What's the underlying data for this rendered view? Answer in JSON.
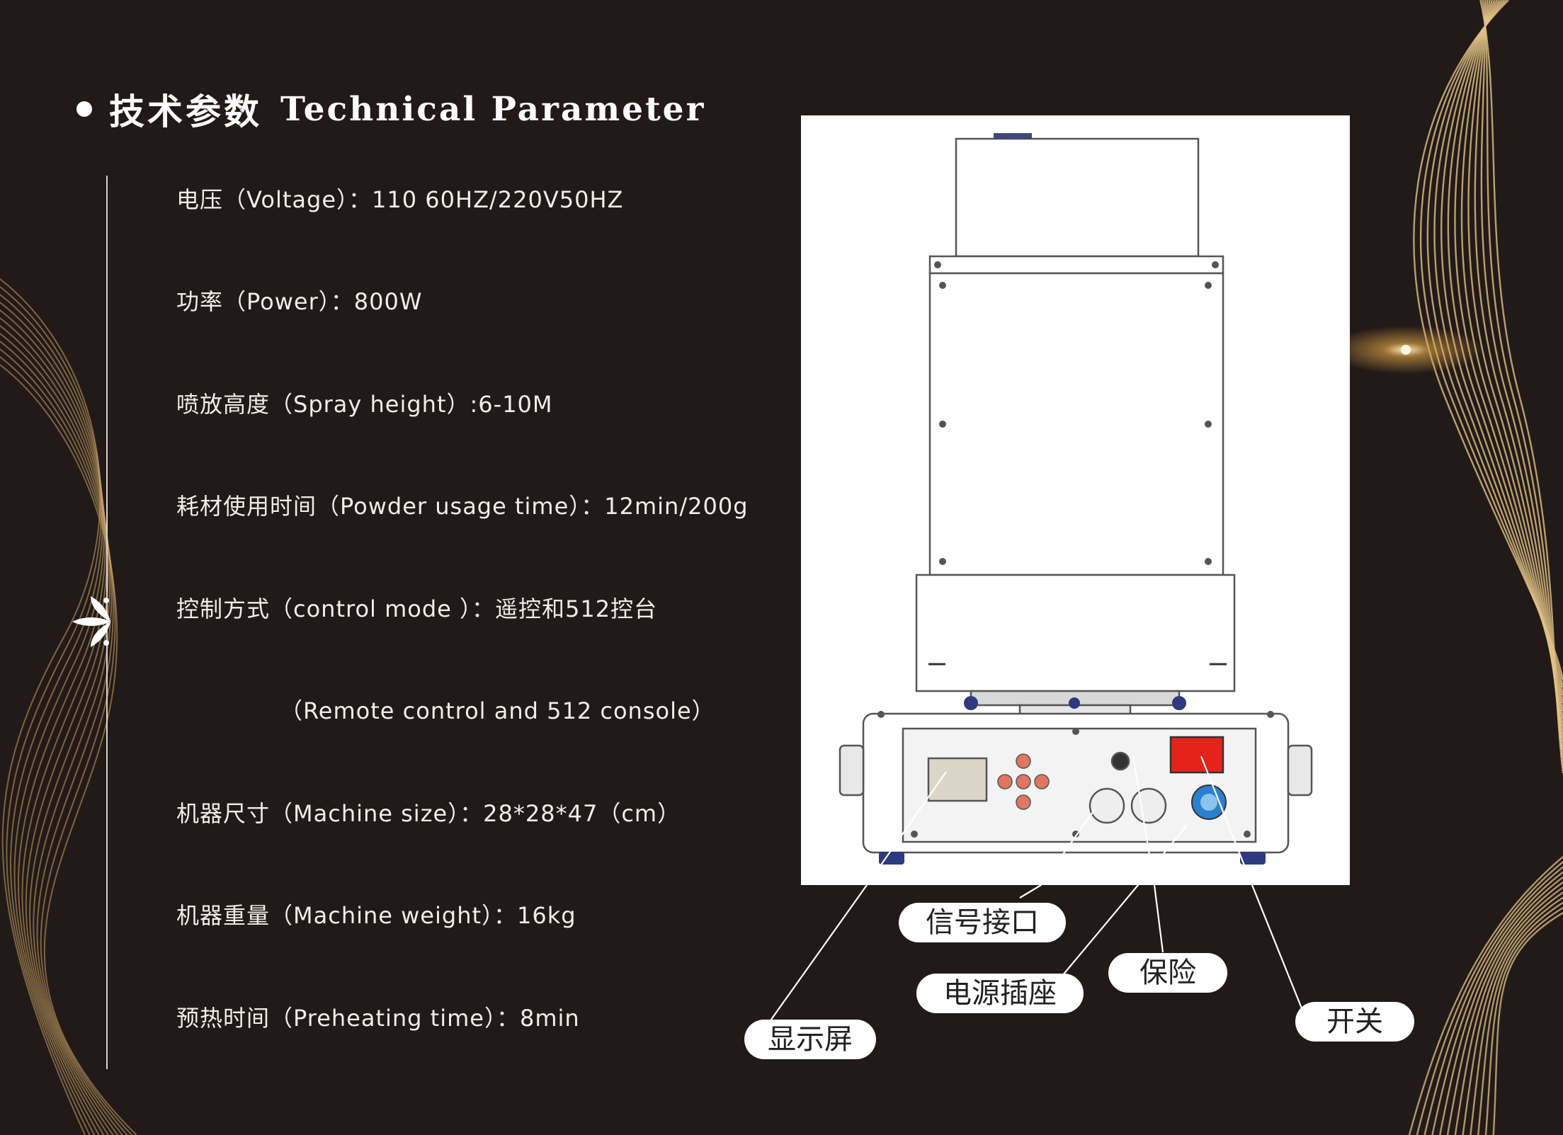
{
  "heading": {
    "cn": "技术参数",
    "en": "Technical Parameter"
  },
  "parameters": [
    "电压（Voltage）：110 60HZ/220V50HZ",
    "功率（Power）：800W",
    "喷放高度（Spray height）:6-10M",
    "耗材使用时间（Powder usage time）：12min/200g",
    "控制方式（control mode ）：遥控和512控台",
    "（Remote control and 512 console）",
    "机器尺寸（Machine size）：28*28*47（cm）",
    "机器重量（Machine weight）：16kg",
    "预热时间（Preheating time）：8min"
  ],
  "callouts": {
    "signal_port": "信号接口",
    "power_socket": "电源插座",
    "fuse": "保险",
    "switch": "开关",
    "display": "显示屏"
  },
  "colors": {
    "background": "#221a18",
    "gold": "#d8b372",
    "switch_red": "#e5231b",
    "connector_blue": "#2a7fd0"
  }
}
